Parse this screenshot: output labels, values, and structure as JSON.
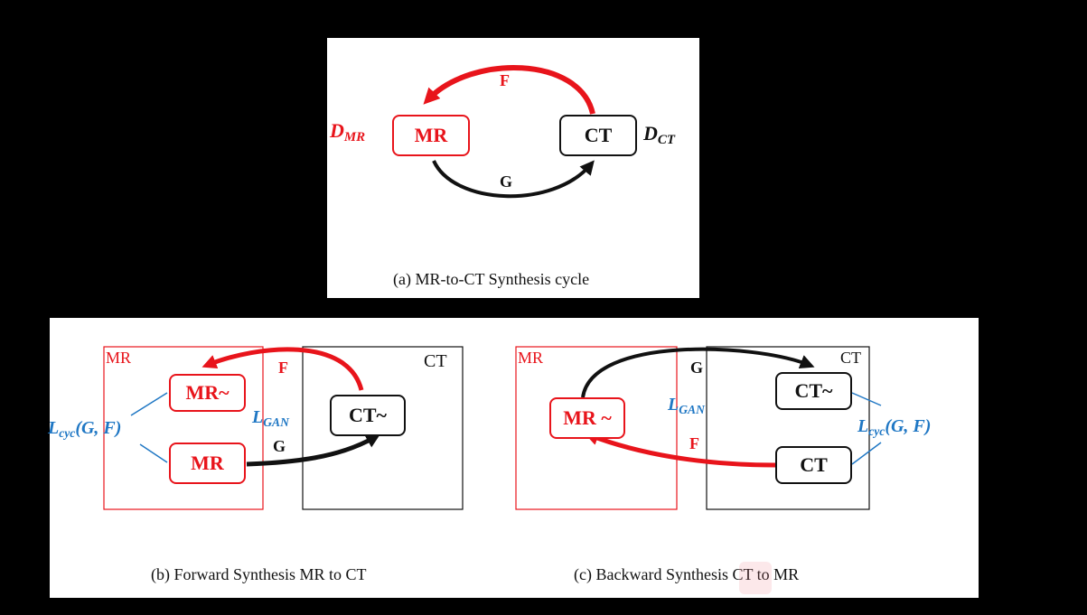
{
  "panel_a": {
    "nodes": {
      "mr": "MR",
      "ct": "CT"
    },
    "arrows": {
      "f": "F",
      "g": "G"
    },
    "discriminators": {
      "mr": {
        "base": "D",
        "sub": "MR"
      },
      "ct": {
        "base": "D",
        "sub": "CT"
      }
    },
    "caption": "(a) MR-to-CT Synthesis cycle"
  },
  "panel_b": {
    "domain_labels": {
      "mr": "MR",
      "ct": "CT"
    },
    "nodes": {
      "mr_tilde": "MR~",
      "mr": "MR",
      "ct_tilde": "CT~"
    },
    "arrows": {
      "f": "F",
      "g": "G"
    },
    "loss_gan": {
      "base": "L",
      "sub": "GAN"
    },
    "loss_cyc": {
      "base": "L",
      "sub": "cyc",
      "args": "(G, F)"
    },
    "caption": "(b) Forward Synthesis MR to CT"
  },
  "panel_c": {
    "domain_labels": {
      "mr": "MR",
      "ct": "CT"
    },
    "nodes": {
      "mr_tilde": "MR ~",
      "ct_tilde": "CT~",
      "ct": "CT"
    },
    "arrows": {
      "g": "G",
      "f": "F"
    },
    "loss_gan": {
      "base": "L",
      "sub": "GAN"
    },
    "loss_cyc": {
      "base": "L",
      "sub": "cyc",
      "args": "(G, F)"
    },
    "caption": "(c) Backward Synthesis CT to MR"
  },
  "colors": {
    "red": "#e8141b",
    "black": "#111111",
    "blue": "#1f77c4",
    "background": "#000000"
  }
}
